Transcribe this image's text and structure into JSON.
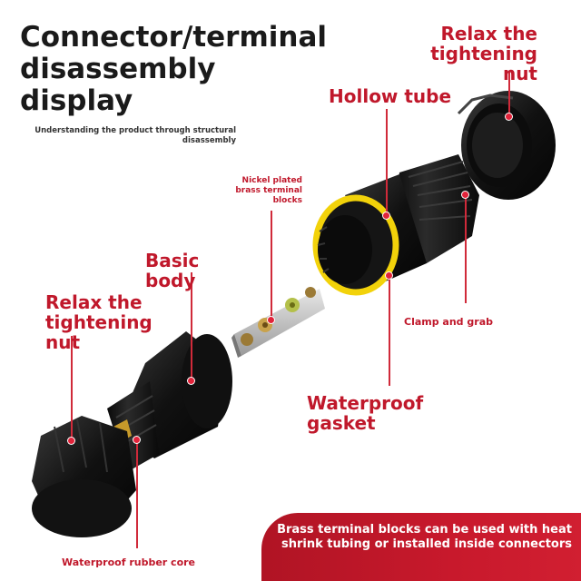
{
  "title": "Connector/terminal disassembly display",
  "subtitle": "Understanding the product through structural disassembly",
  "labels": {
    "relax_nut_top": "Relax the tightening nut",
    "hollow_tube": "Hollow tube",
    "nickel_plated": "Nickel plated brass terminal blocks",
    "basic_body": "Basic body",
    "relax_nut_left": "Relax the tightening nut",
    "clamp_grab": "Clamp and grab",
    "waterproof_gasket": "Waterproof gasket",
    "waterproof_core": "Waterproof rubber core"
  },
  "banner": {
    "text": "Brass terminal blocks can be used with heat shrink tubing or installed inside connectors"
  },
  "colors": {
    "accent": "#c0182b",
    "banner": "#c8192c",
    "part": "#141414",
    "gasket": "#f2d20a",
    "brass": "#b08a3a"
  }
}
